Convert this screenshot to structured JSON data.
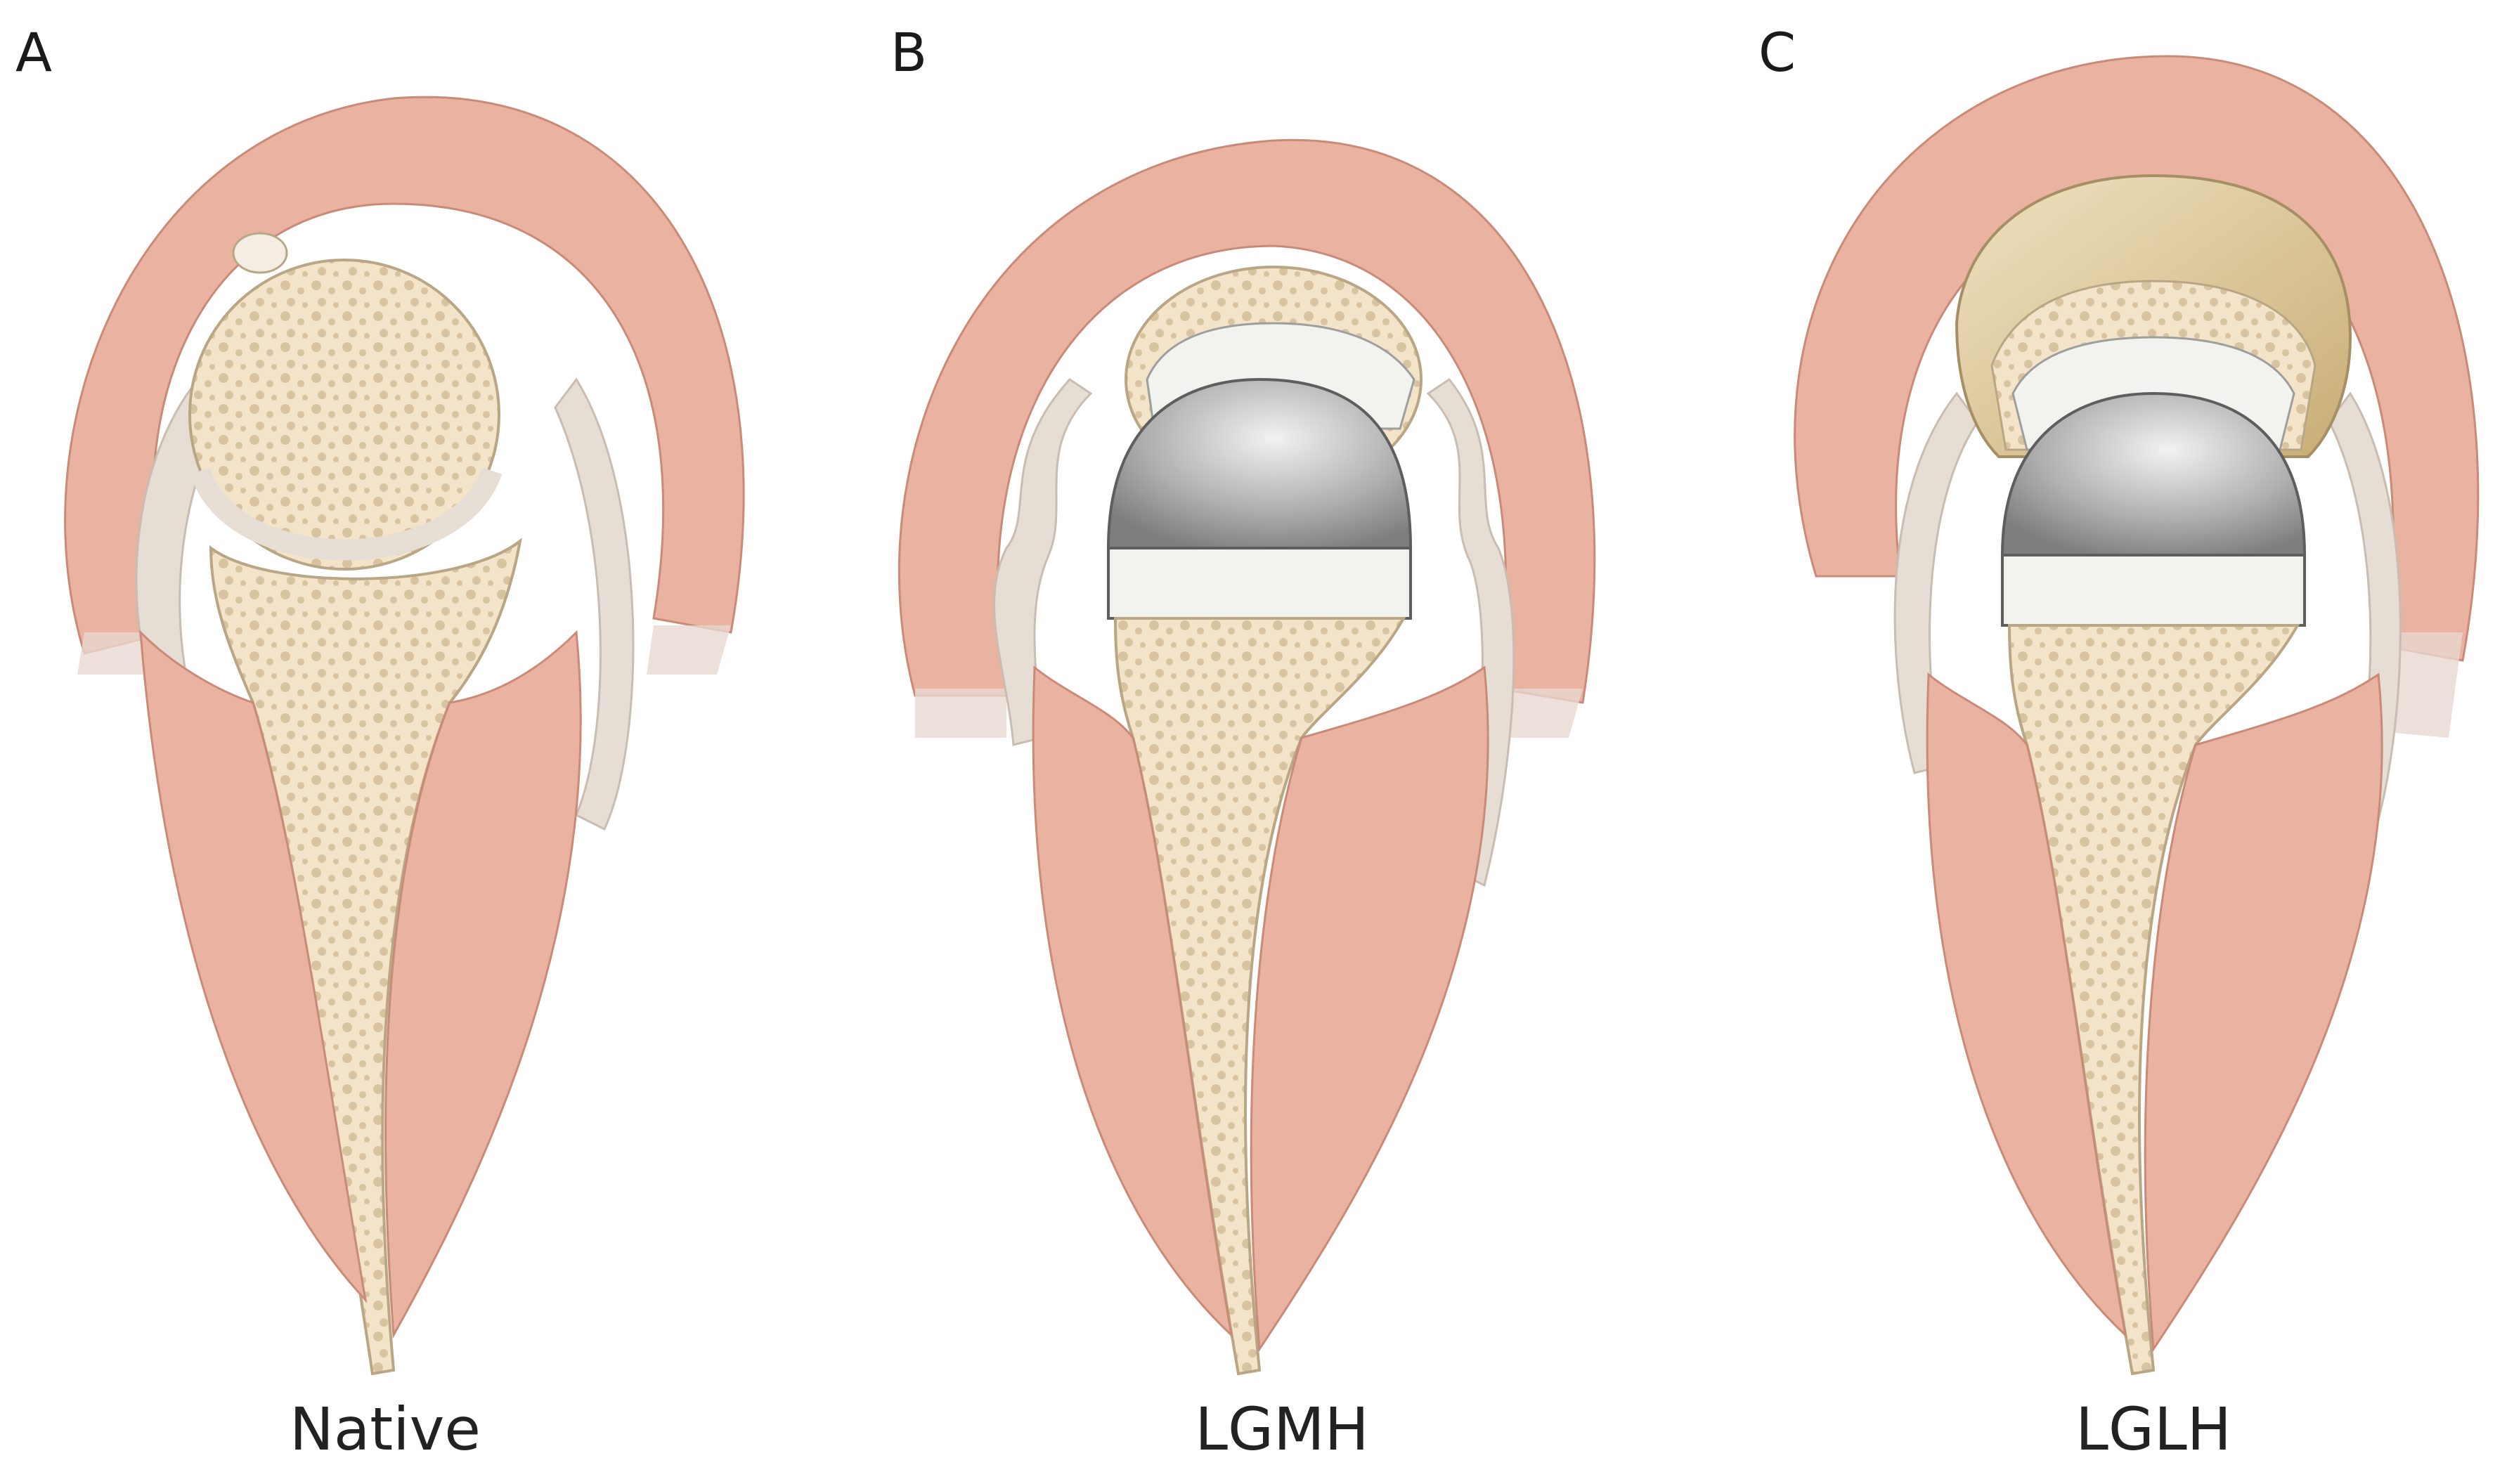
{
  "panels": [
    {
      "letter": "A",
      "caption": "Native"
    },
    {
      "letter": "B",
      "caption": "LGMH"
    },
    {
      "letter": "C",
      "caption": "LGLH"
    }
  ],
  "colors": {
    "muscle": "#eab2a0",
    "muscle_line": "#d98f7b",
    "bone": "#f3e3c8",
    "bone_pore": "#d8c3a0",
    "cartilage": "#e6ddd4",
    "metal_light": "#e8e8e8",
    "metal_dark": "#8a8a8a",
    "liner": "#f2f2ef",
    "graft": "#e6d3a6"
  }
}
